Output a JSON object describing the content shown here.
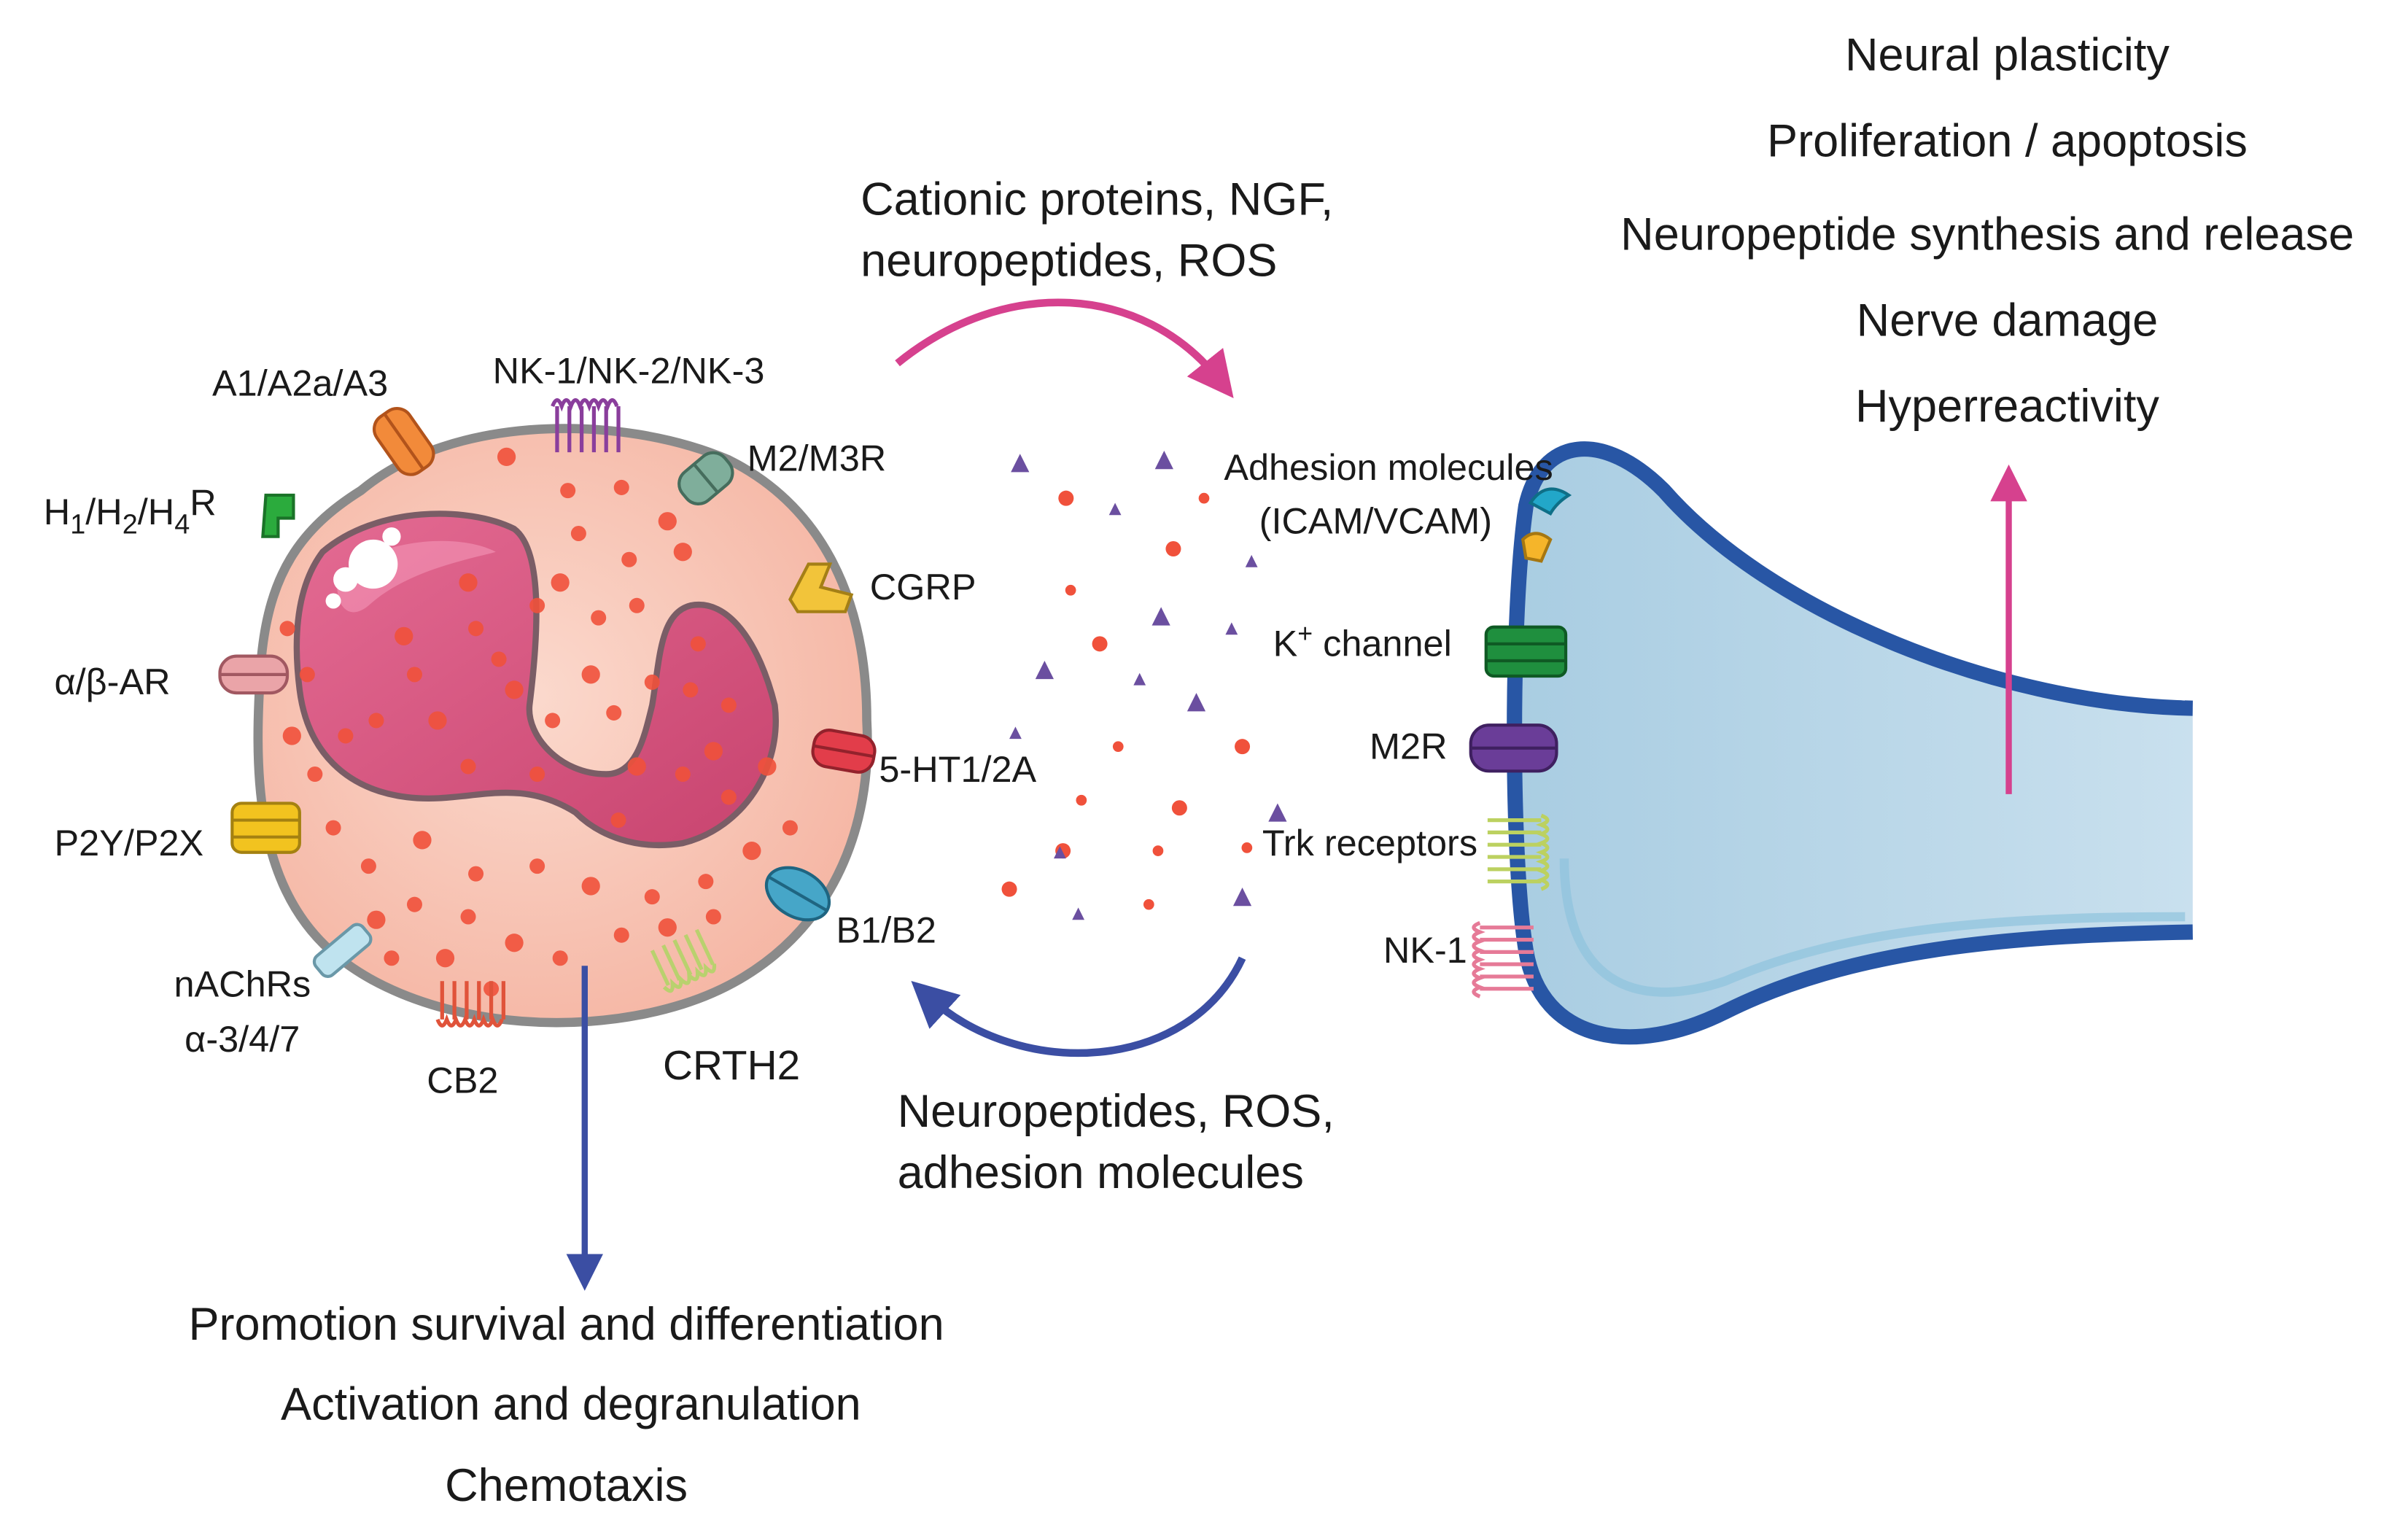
{
  "cell_receptors": {
    "a1a2aa3": "A1/A2a/A3",
    "nk": "NK-1/NK-2/NK-3",
    "m2m3r": "M2/M3R",
    "histamine": {
      "h1": "H",
      "s1": "1",
      "sep1": "/H",
      "s2": "2",
      "sep2": "/H",
      "s3": "4",
      "tail": "R"
    },
    "cgrp": "CGRP",
    "adrenergic": "α/β-AR",
    "serotonin": "5-HT1/2A",
    "purinergic": "P2Y/P2X",
    "bradykinin": "B1/B2",
    "nachr_line1": "nAChRs",
    "nachr_line2": "α-3/4/7",
    "cb2": "CB2",
    "crth2": "CRTH2"
  },
  "mediators": {
    "to_nerve_line1": "Cationic proteins, NGF,",
    "to_nerve_line2": "neuropeptides, ROS",
    "to_cell_line1": "Neuropeptides, ROS,",
    "to_cell_line2": "adhesion molecules"
  },
  "nerve_receptors": {
    "adhesion_line1": "Adhesion molecules",
    "adhesion_line2": "(ICAM/VCAM)",
    "k_channel": {
      "k": "K",
      "sup": "+",
      "rest": " channel"
    },
    "m2r": "M2R",
    "trk": "Trk receptors",
    "nk1": "NK-1"
  },
  "nerve_effects": [
    "Neural plasticity",
    "Proliferation / apoptosis",
    "Neuropeptide synthesis and release",
    "Nerve damage",
    "Hyperreactivity"
  ],
  "cell_effects": [
    "Promotion survival and differentiation",
    "Activation and degranulation",
    "Chemotaxis"
  ],
  "colors": {
    "pink_arrow": "#d6418e",
    "blue_arrow": "#3b4ea3",
    "cell_membrane": "#8a8a8a",
    "cytoplasm": "#f7c2b3",
    "nucleus": "#d9557f",
    "granule": "#f0513b",
    "nerve_fill": "#b9d6e6",
    "nerve_border": "#2856a5",
    "triangle": "#6b4fa0"
  }
}
